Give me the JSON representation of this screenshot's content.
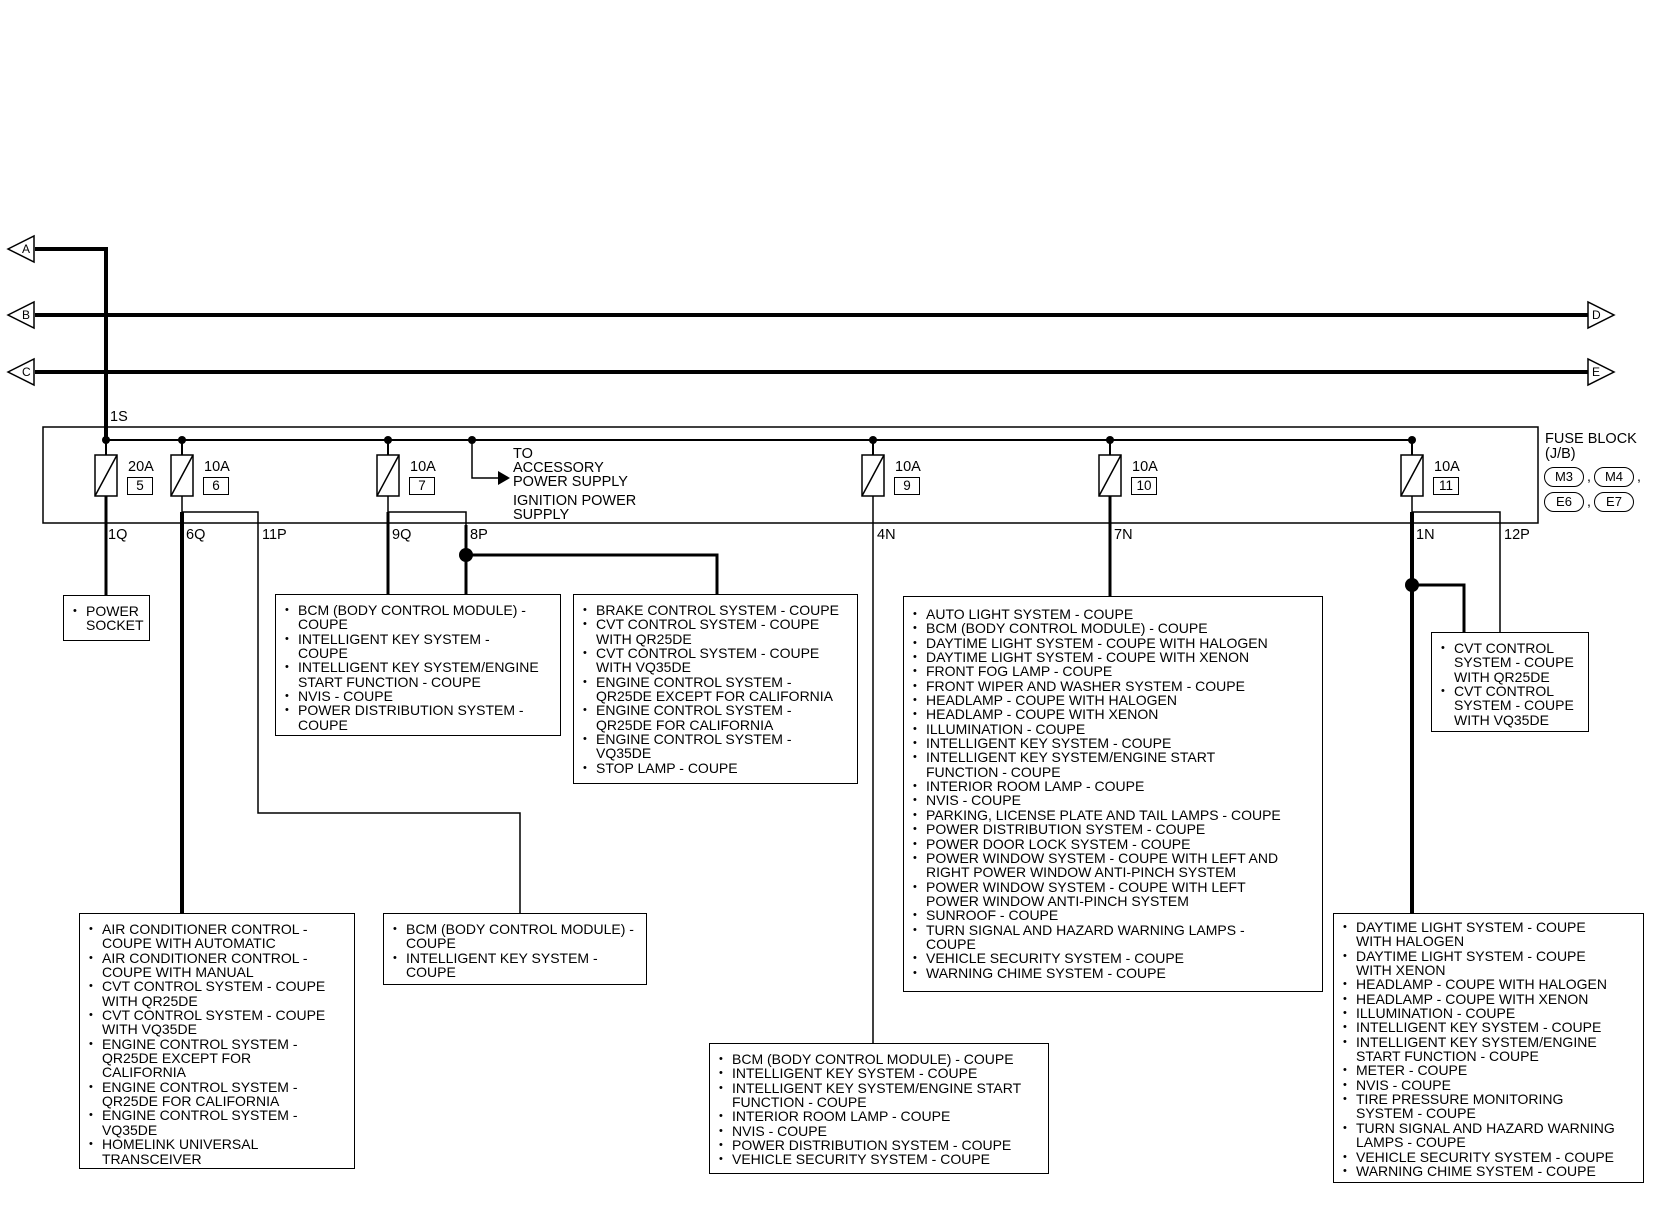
{
  "connectors": {
    "left": [
      "A",
      "B",
      "C"
    ],
    "right": [
      "D",
      "E"
    ]
  },
  "fuse_block": {
    "label": "FUSE BLOCK",
    "sublabel": "(J/B)",
    "connectors": [
      "M3",
      "M4",
      "E6",
      "E7"
    ]
  },
  "fuses": [
    {
      "amp": "20A",
      "num": "5"
    },
    {
      "amp": "10A",
      "num": "6"
    },
    {
      "amp": "10A",
      "num": "7"
    },
    {
      "amp": "10A",
      "num": "9"
    },
    {
      "amp": "10A",
      "num": "10"
    },
    {
      "amp": "10A",
      "num": "11"
    }
  ],
  "terminals": {
    "t1s": "1S",
    "t1q": "1Q",
    "t6q": "6Q",
    "t11p": "11P",
    "t9q": "9Q",
    "t8p": "8P",
    "t4n": "4N",
    "t7n": "7N",
    "t1n": "1N",
    "t12p": "12P"
  },
  "accessory_note": [
    "TO",
    "ACCESSORY",
    "POWER SUPPLY"
  ],
  "ignition_note": [
    "IGNITION POWER",
    "SUPPLY"
  ],
  "boxes": {
    "power_socket": [
      "POWER\nSOCKET"
    ],
    "bcm_9q": [
      "BCM (BODY CONTROL MODULE) -\nCOUPE",
      "INTELLIGENT KEY SYSTEM -\nCOUPE",
      "INTELLIGENT KEY SYSTEM/ENGINE\nSTART FUNCTION - COUPE",
      "NVIS - COUPE",
      "POWER DISTRIBUTION SYSTEM -\nCOUPE"
    ],
    "brake_8p": [
      "BRAKE CONTROL SYSTEM - COUPE",
      "CVT CONTROL SYSTEM - COUPE\nWITH QR25DE",
      "CVT CONTROL SYSTEM - COUPE\nWITH VQ35DE",
      "ENGINE CONTROL SYSTEM -\nQR25DE EXCEPT FOR CALIFORNIA",
      "ENGINE CONTROL SYSTEM -\nQR25DE FOR CALIFORNIA",
      "ENGINE CONTROL SYSTEM -\nVQ35DE",
      "STOP LAMP - COUPE"
    ],
    "auto_7n": [
      "AUTO LIGHT SYSTEM - COUPE",
      "BCM (BODY CONTROL MODULE) - COUPE",
      "DAYTIME LIGHT SYSTEM - COUPE WITH HALOGEN",
      "DAYTIME LIGHT SYSTEM - COUPE WITH XENON",
      "FRONT FOG LAMP - COUPE",
      "FRONT WIPER AND WASHER SYSTEM - COUPE",
      "HEADLAMP - COUPE WITH HALOGEN",
      "HEADLAMP - COUPE WITH XENON",
      "ILLUMINATION - COUPE",
      "INTELLIGENT KEY SYSTEM - COUPE",
      "INTELLIGENT KEY SYSTEM/ENGINE START\nFUNCTION - COUPE",
      "INTERIOR ROOM LAMP - COUPE",
      "NVIS - COUPE",
      "PARKING, LICENSE PLATE AND TAIL LAMPS - COUPE",
      "POWER DISTRIBUTION SYSTEM - COUPE",
      "POWER DOOR LOCK SYSTEM - COUPE",
      "POWER WINDOW SYSTEM - COUPE WITH LEFT AND\nRIGHT POWER WINDOW ANTI-PINCH SYSTEM",
      "POWER WINDOW SYSTEM - COUPE WITH LEFT\nPOWER WINDOW ANTI-PINCH SYSTEM",
      "SUNROOF - COUPE",
      "TURN SIGNAL AND HAZARD WARNING LAMPS -\nCOUPE",
      "VEHICLE SECURITY SYSTEM - COUPE",
      "WARNING CHIME SYSTEM - COUPE"
    ],
    "cvt_12p": [
      "CVT CONTROL\nSYSTEM - COUPE\nWITH QR25DE",
      "CVT CONTROL\nSYSTEM - COUPE\nWITH VQ35DE"
    ],
    "aircon_6q": [
      "AIR CONDITIONER CONTROL -\nCOUPE WITH AUTOMATIC",
      "AIR CONDITIONER CONTROL -\nCOUPE WITH MANUAL",
      "CVT CONTROL SYSTEM - COUPE\nWITH QR25DE",
      "CVT CONTROL SYSTEM - COUPE\nWITH VQ35DE",
      "ENGINE CONTROL SYSTEM -\nQR25DE EXCEPT FOR\nCALIFORNIA",
      "ENGINE CONTROL SYSTEM -\nQR25DE FOR CALIFORNIA",
      "ENGINE CONTROL SYSTEM -\nVQ35DE",
      "HOMELINK UNIVERSAL\nTRANSCEIVER"
    ],
    "bcm_11p": [
      "BCM (BODY CONTROL MODULE) -\nCOUPE",
      "INTELLIGENT KEY SYSTEM -\nCOUPE"
    ],
    "bcm_4n": [
      "BCM (BODY CONTROL MODULE) - COUPE",
      "INTELLIGENT KEY SYSTEM - COUPE",
      "INTELLIGENT KEY SYSTEM/ENGINE START\nFUNCTION - COUPE",
      "INTERIOR ROOM LAMP - COUPE",
      "NVIS - COUPE",
      "POWER DISTRIBUTION SYSTEM - COUPE",
      "VEHICLE SECURITY SYSTEM - COUPE"
    ],
    "daytime_1n": [
      "DAYTIME LIGHT SYSTEM - COUPE\nWITH HALOGEN",
      "DAYTIME LIGHT SYSTEM - COUPE\nWITH XENON",
      "HEADLAMP - COUPE WITH HALOGEN",
      "HEADLAMP - COUPE WITH XENON",
      "ILLUMINATION - COUPE",
      "INTELLIGENT KEY SYSTEM - COUPE",
      "INTELLIGENT KEY SYSTEM/ENGINE\nSTART FUNCTION - COUPE",
      "METER - COUPE",
      "NVIS - COUPE",
      "TIRE PRESSURE MONITORING\nSYSTEM - COUPE",
      "TURN SIGNAL AND HAZARD WARNING\nLAMPS - COUPE",
      "VEHICLE SECURITY SYSTEM - COUPE",
      "WARNING CHIME SYSTEM - COUPE"
    ]
  }
}
